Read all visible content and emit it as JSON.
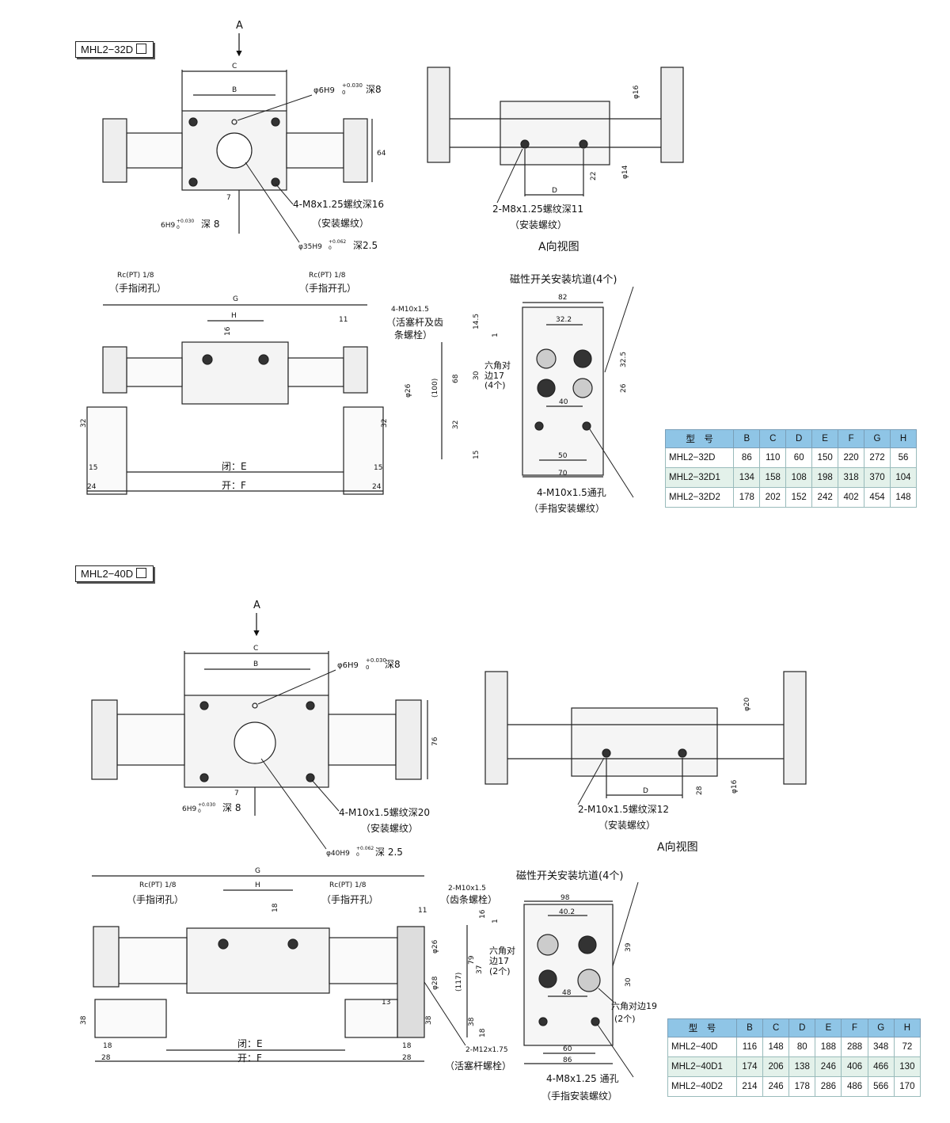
{
  "sections": [
    {
      "model_label": "MHL2−32D",
      "view_a_arrow": "A",
      "top": {
        "dim_c": "C",
        "dim_b": "B",
        "dim_64": "64",
        "dim_7": "7",
        "note_pin_hole": "φ6H9",
        "note_pin_tol": "+0.030",
        "note_pin_tol0": "0",
        "note_pin_depth": "深8",
        "note_thread": "4-M8x1.25螺纹深16",
        "note_thread_sub": "（安装螺纹）",
        "note_bore_left": "6H9",
        "note_bore_left_tol": "+0.030",
        "note_bore_left_tol0": "0",
        "note_bore_left_depth": "深 8",
        "note_bore": "φ35H9",
        "note_bore_tol": "+0.062",
        "note_bore_tol0": "0",
        "note_bore_depth": "深2.5"
      },
      "side": {
        "dim_phi_top": "φ16",
        "dim_phi_bottom": "φ14",
        "dim_22": "22",
        "dim_d": "D",
        "note_thread": "2-M8x1.25螺纹深11",
        "note_thread_sub": "（安装螺纹）",
        "view_title": "A向视图"
      },
      "front": {
        "port_close": "Rc(PT) 1/8",
        "port_close_sub": "（手指闭孔）",
        "port_open": "Rc(PT) 1/8",
        "port_open_sub": "（手指开孔）",
        "dim_g": "G",
        "dim_h": "H",
        "dim_16": "16",
        "dim_11": "11",
        "note_piston": "4-M10x1.5",
        "note_piston_sub1": "（活塞杆及齿",
        "note_piston_sub2": "条螺栓）",
        "dim_phi26": "φ26",
        "dim_32_left": "32",
        "dim_32_right": "32",
        "dim_15_left": "15",
        "dim_15_right": "15",
        "dim_24_left": "24",
        "dim_24_right": "24",
        "close_e": "闭：E",
        "open_f": "开：F"
      },
      "end": {
        "note_slot": "磁性开关安装坑道(4个)",
        "dim_82": "82",
        "dim_322": "32.2",
        "dim_145": "14.5",
        "dim_1": "1",
        "dim_30": "30",
        "dim_68": "68",
        "dim_100": "(100)",
        "dim_32": "32",
        "dim_15": "15",
        "dim_40": "40",
        "dim_50": "50",
        "dim_70": "70",
        "dim_325": "32.5",
        "dim_26": "26",
        "hex_note1": "六角对",
        "hex_note2": "边17",
        "hex_note3": "(4个)",
        "note_thread": "4-M10x1.5通孔",
        "note_thread_sub": "（手指安装螺纹）"
      },
      "table": {
        "headers": [
          "型　号",
          "B",
          "C",
          "D",
          "E",
          "F",
          "G",
          "H"
        ],
        "rows": [
          [
            "MHL2−32D",
            "86",
            "110",
            "60",
            "150",
            "220",
            "272",
            "56"
          ],
          [
            "MHL2−32D1",
            "134",
            "158",
            "108",
            "198",
            "318",
            "370",
            "104"
          ],
          [
            "MHL2−32D2",
            "178",
            "202",
            "152",
            "242",
            "402",
            "454",
            "148"
          ]
        ]
      }
    },
    {
      "model_label": "MHL2−40D",
      "view_a_arrow": "A",
      "top": {
        "dim_c": "C",
        "dim_b": "B",
        "dim_76": "76",
        "dim_7": "7",
        "note_pin_hole": "φ6H9",
        "note_pin_tol": "+0.030",
        "note_pin_tol0": "0",
        "note_pin_depth": "深8",
        "note_thread": "4-M10x1.5螺纹深20",
        "note_thread_sub": "（安装螺纹）",
        "note_bore_left": "6H9",
        "note_bore_left_tol": "+0.030",
        "note_bore_left_tol0": "0",
        "note_bore_left_depth": "深 8",
        "note_bore": "φ40H9",
        "note_bore_tol": "+0.062",
        "note_bore_tol0": "0",
        "note_bore_depth": "深 2.5"
      },
      "side": {
        "dim_phi_top": "φ20",
        "dim_phi_bottom": "φ16",
        "dim_28": "28",
        "dim_d": "D",
        "note_thread": "2-M10x1.5螺纹深12",
        "note_thread_sub": "（安装螺纹）",
        "view_title": "A向视图"
      },
      "front": {
        "port_close": "Rc(PT) 1/8",
        "port_close_sub": "（手指闭孔）",
        "port_open": "Rc(PT) 1/8",
        "port_open_sub": "（手指开孔）",
        "dim_g": "G",
        "dim_h": "H",
        "dim_18": "18",
        "dim_11": "11",
        "note_rack": "2-M10x1.5",
        "note_rack_sub": "（齿条螺栓）",
        "dim_phi26": "φ26",
        "dim_phi28": "φ28",
        "dim_13": "13",
        "note_piston": "2-M12x1.75",
        "note_piston_sub": "（活塞杆螺栓）",
        "dim_38_left": "38",
        "dim_38_right": "38",
        "dim_18_left": "18",
        "dim_18_right": "18",
        "dim_28_left": "28",
        "dim_28_right": "28",
        "close_e": "闭：E",
        "open_f": "开：F"
      },
      "end": {
        "note_slot": "磁性开关安装坑道(4个)",
        "dim_98": "98",
        "dim_402": "40.2",
        "dim_16": "16",
        "dim_1": "1",
        "dim_37": "37",
        "dim_79": "79",
        "dim_117": "(117)",
        "dim_38": "38",
        "dim_18": "18",
        "dim_48": "48",
        "dim_60": "60",
        "dim_86": "86",
        "dim_39": "39",
        "dim_30": "30",
        "hex_note1": "六角对",
        "hex_note2": "边17",
        "hex_note3": "(2个)",
        "hex_note_r1": "六角对边19",
        "hex_note_r2": "(2个)",
        "note_thread": "4-M8x1.25 通孔",
        "note_thread_sub": "（手指安装螺纹）"
      },
      "table": {
        "headers": [
          "型　号",
          "B",
          "C",
          "D",
          "E",
          "F",
          "G",
          "H"
        ],
        "rows": [
          [
            "MHL2−40D",
            "116",
            "148",
            "80",
            "188",
            "288",
            "348",
            "72"
          ],
          [
            "MHL2−40D1",
            "174",
            "206",
            "138",
            "246",
            "406",
            "466",
            "130"
          ],
          [
            "MHL2−40D2",
            "214",
            "246",
            "178",
            "286",
            "486",
            "566",
            "170"
          ]
        ]
      }
    }
  ]
}
